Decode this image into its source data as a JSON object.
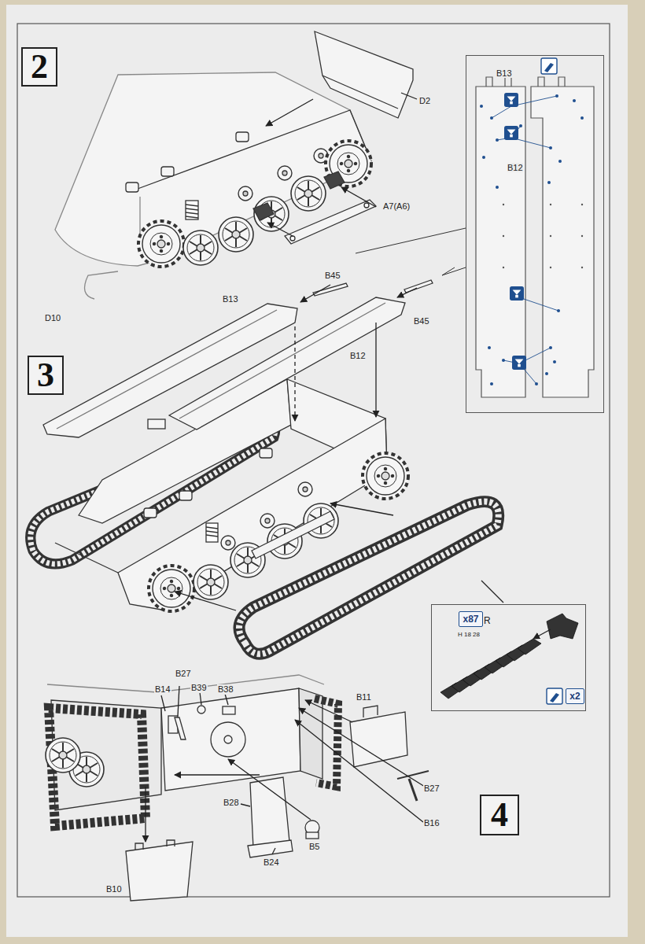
{
  "diagram": {
    "nodes": [
      {
        "text": [
          "2"
        ]
      },
      {
        "text": [
          "B13",
          "B12"
        ]
      },
      {
        "text": [
          "3"
        ]
      },
      {
        "text": [
          "R",
          "H 18 28"
        ]
      },
      {
        "text": [
          "x87"
        ],
        "in": 3
      },
      {
        "text": [
          "x2"
        ],
        "in": 3
      },
      {
        "text": [
          "4"
        ]
      }
    ],
    "labels": [
      "D2",
      "A7(A6)",
      "D10",
      "B45",
      "B13",
      "B45",
      "B12",
      "B27",
      "B14",
      "B39",
      "B38",
      "B11",
      "B27",
      "B16",
      "B28",
      "B5",
      "B24",
      "B10"
    ]
  }
}
